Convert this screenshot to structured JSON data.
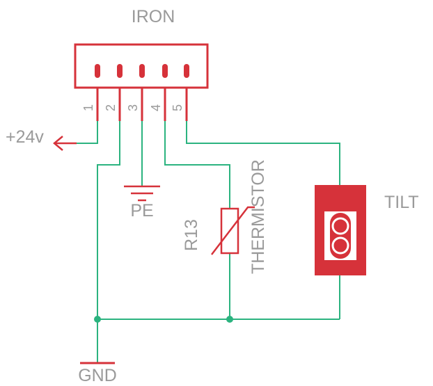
{
  "connector": {
    "name": "IRON",
    "pins": [
      "1",
      "2",
      "3",
      "4",
      "5"
    ]
  },
  "labels": {
    "supply": "+24v",
    "protective_earth": "PE",
    "ground": "GND",
    "thermistor_ref": "R13",
    "thermistor_value": "THERMISTOR",
    "tilt_switch": "TILT"
  },
  "colors": {
    "wire": "#2bb37f",
    "part": "#d6323a",
    "text": "#9a9a9a"
  }
}
